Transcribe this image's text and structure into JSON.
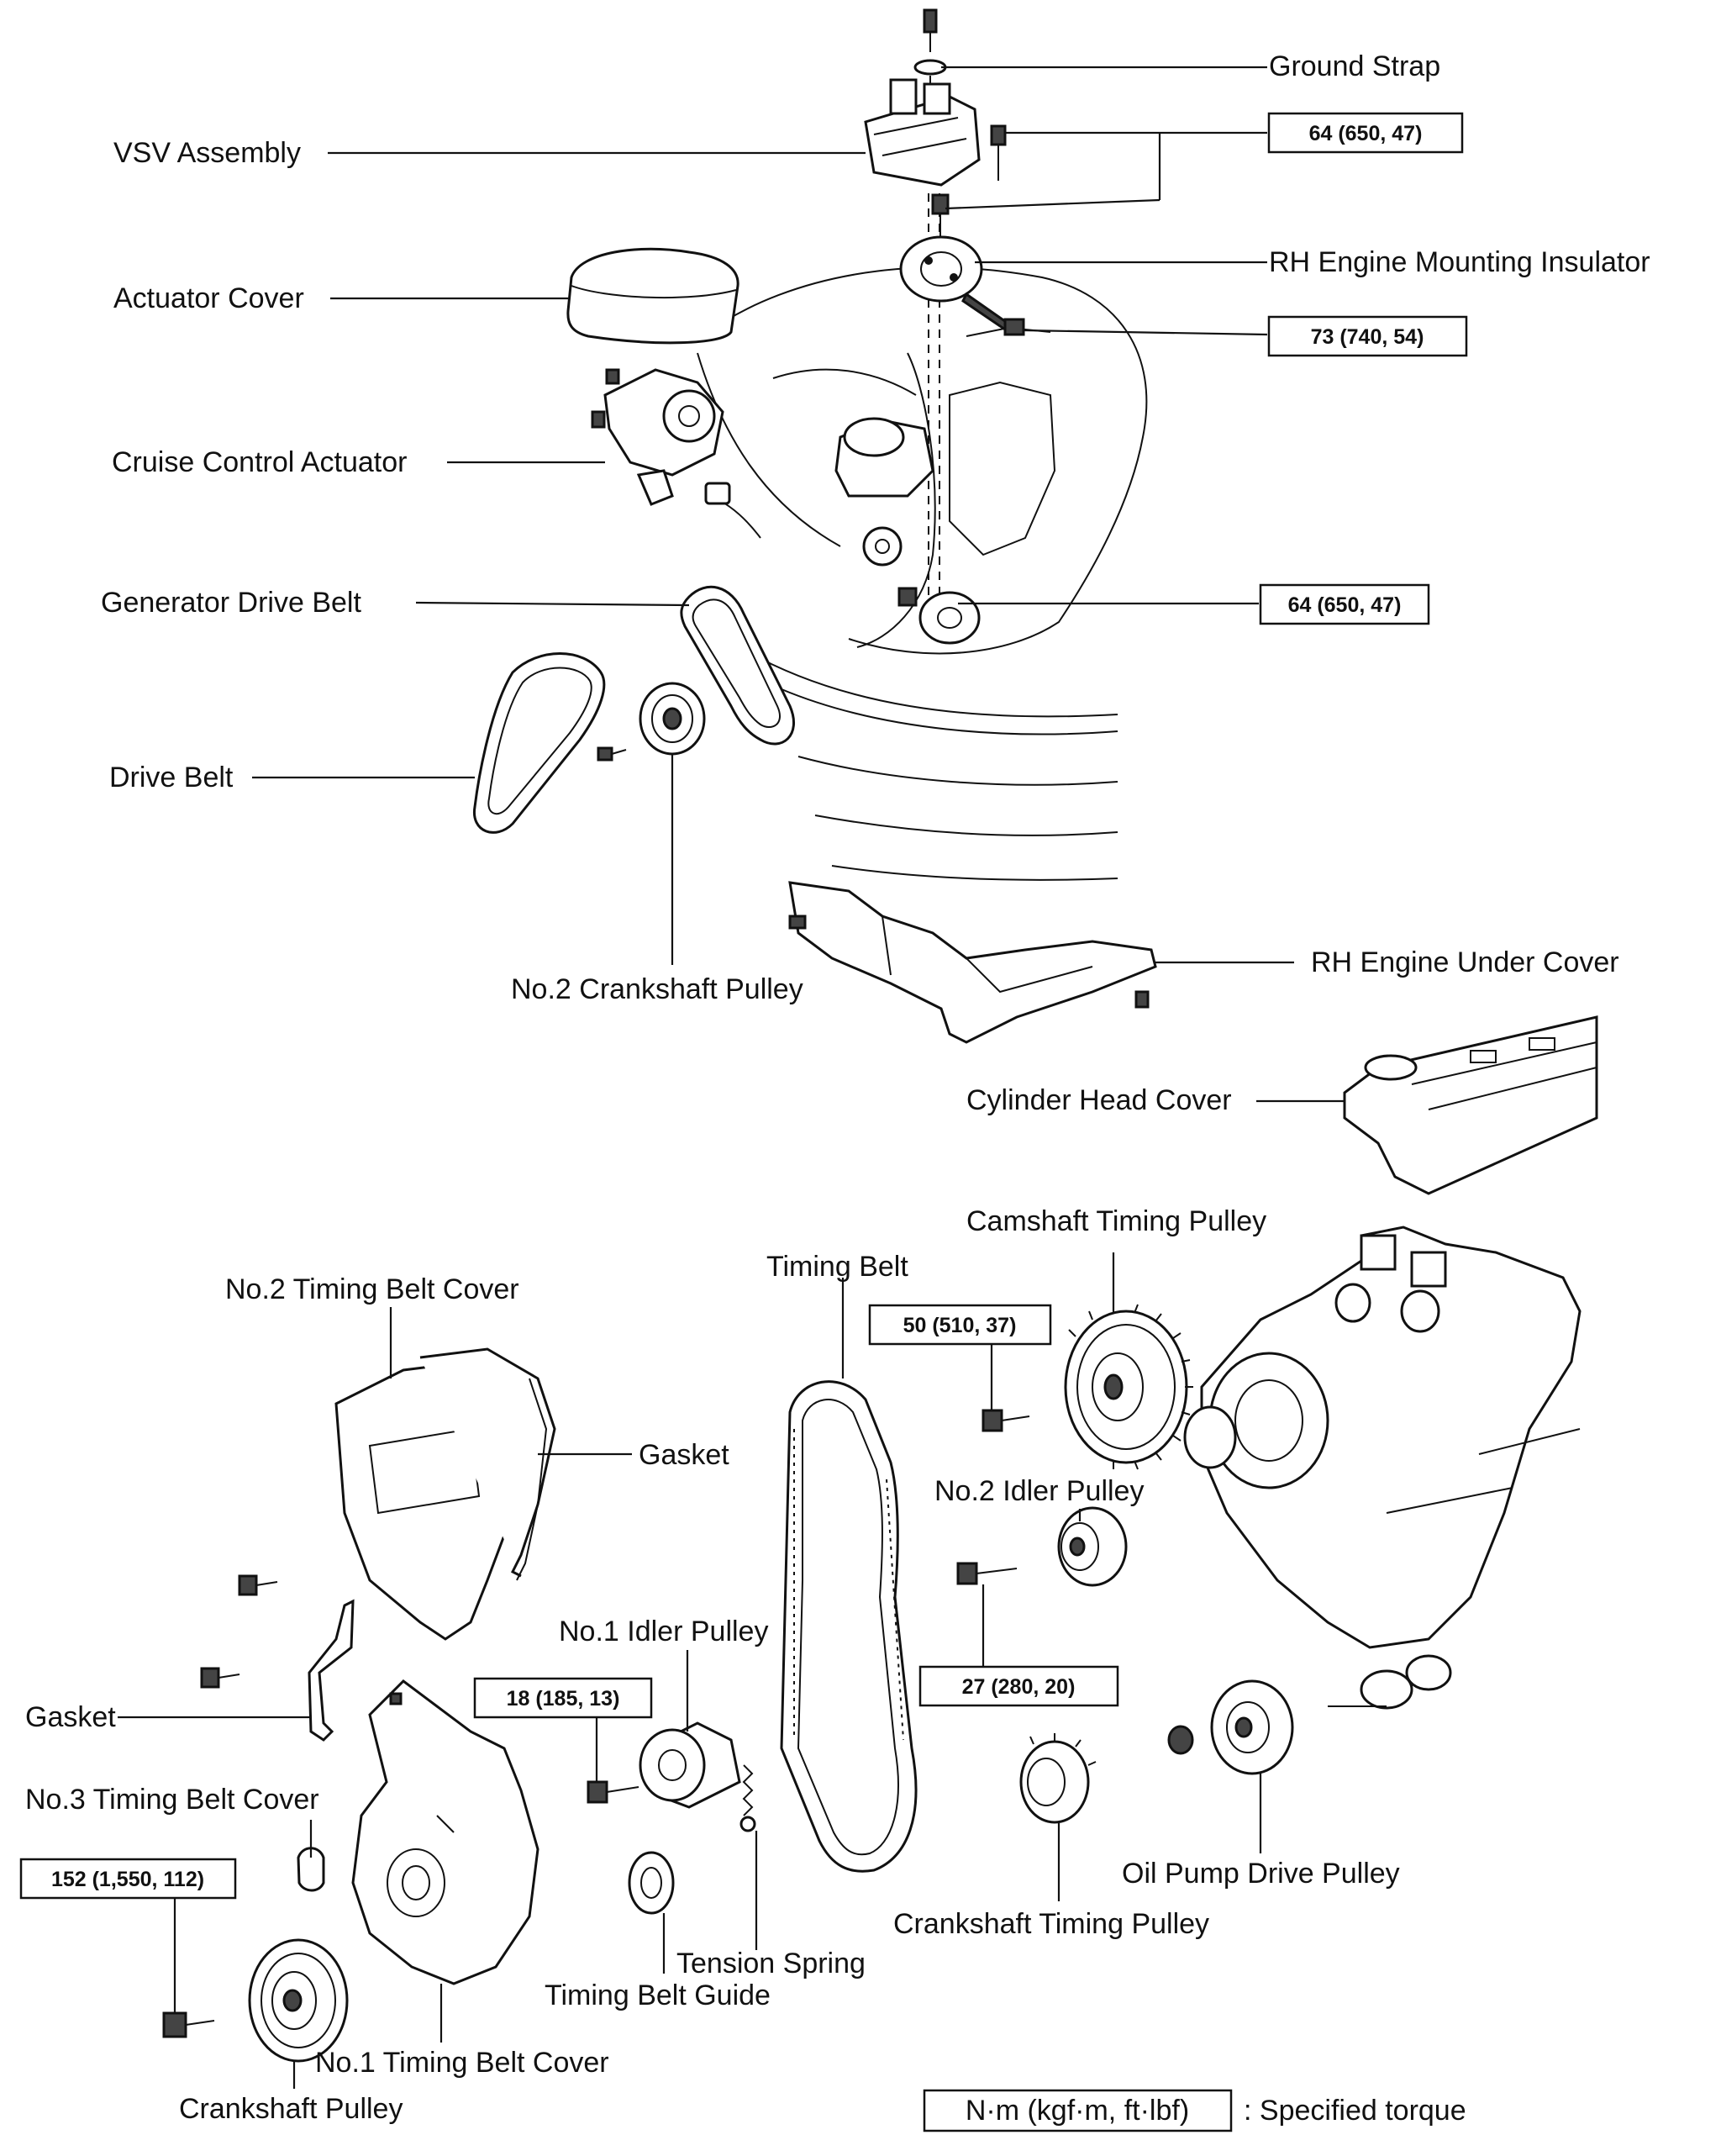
{
  "labels": {
    "ground_strap": "Ground Strap",
    "vsv_assembly": "VSV Assembly",
    "rh_engine_mounting_insulator": "RH Engine Mounting Insulator",
    "actuator_cover": "Actuator Cover",
    "cruise_control_actuator": "Cruise Control Actuator",
    "generator_drive_belt": "Generator Drive Belt",
    "drive_belt": "Drive Belt",
    "no2_crankshaft_pulley": "No.2 Crankshaft Pulley",
    "rh_engine_under_cover": "RH Engine Under Cover",
    "cylinder_head_cover": "Cylinder Head Cover",
    "camshaft_timing_pulley": "Camshaft Timing Pulley",
    "timing_belt": "Timing Belt",
    "no2_timing_belt_cover": "No.2 Timing Belt Cover",
    "gasket_upper": "Gasket",
    "no2_idler_pulley": "No.2 Idler Pulley",
    "no1_idler_pulley": "No.1 Idler Pulley",
    "gasket_lower": "Gasket",
    "no3_timing_belt_cover": "No.3 Timing Belt Cover",
    "oil_pump_drive_pulley": "Oil Pump Drive Pulley",
    "crankshaft_timing_pulley": "Crankshaft Timing Pulley",
    "tension_spring": "Tension Spring",
    "timing_belt_guide": "Timing Belt Guide",
    "no1_timing_belt_cover": "No.1 Timing Belt Cover",
    "crankshaft_pulley": "Crankshaft Pulley"
  },
  "torques": {
    "vsv_bolt": "64 (650, 47)",
    "insulator_bolt": "73 (740, 54)",
    "mount_bolt": "64 (650, 47)",
    "camshaft_bolt": "50 (510, 37)",
    "idler2_bolt": "27 (280, 20)",
    "idler1_bolt": "18 (185, 13)",
    "crank_bolt": "152 (1,550, 112)"
  },
  "legend": {
    "units": "N·m (kgf·m, ft·lbf)",
    "description": ": Specified torque"
  }
}
